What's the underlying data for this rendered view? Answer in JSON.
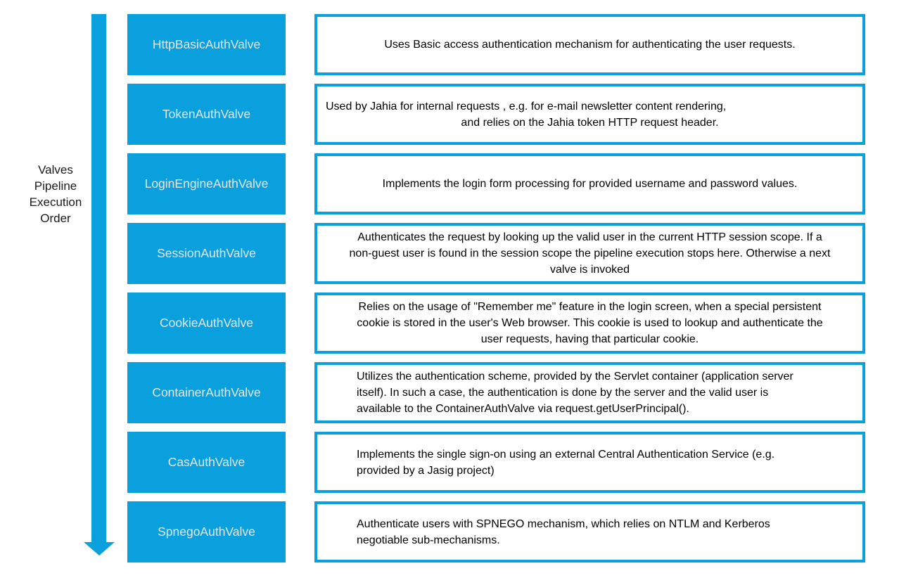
{
  "colors": {
    "primary_blue": "#0aa0de",
    "valve_label_text": "#e6e6e6",
    "description_text": "#000000",
    "description_background": "#ffffff"
  },
  "side_label": {
    "lines": [
      "Valves",
      "Pipeline",
      "Execution",
      "Order"
    ]
  },
  "arrow": {
    "direction": "down"
  },
  "rows": [
    {
      "valve": "HttpBasicAuthValve",
      "description": {
        "indent": false,
        "lines": [
          {
            "text": "Uses Basic access authentication mechanism for authenticating the user requests.",
            "align": "center"
          }
        ]
      }
    },
    {
      "valve": "TokenAuthValve",
      "description": {
        "indent": false,
        "lines": [
          {
            "text": "Used by Jahia for internal requests , e.g. for e-mail newsletter content rendering,",
            "align": "left"
          },
          {
            "text": "and relies on the Jahia token HTTP request header.",
            "align": "center"
          }
        ]
      }
    },
    {
      "valve": "LoginEngineAuthValve",
      "description": {
        "indent": false,
        "lines": [
          {
            "text": "Implements the login form processing for provided username and password values.",
            "align": "center"
          }
        ]
      }
    },
    {
      "valve": "SessionAuthValve",
      "description": {
        "indent": false,
        "lines": [
          {
            "text": "Authenticates the request by looking up the valid user in the current HTTP session scope. If a",
            "align": "center"
          },
          {
            "text": "non-guest user is found in the session scope the pipeline execution stops here. Otherwise a next",
            "align": "center"
          },
          {
            "text": "valve is invoked",
            "align": "center"
          }
        ]
      }
    },
    {
      "valve": "CookieAuthValve",
      "description": {
        "indent": false,
        "lines": [
          {
            "text": "Relies on the usage of \"Remember me\" feature in the login screen, when a special persistent",
            "align": "center"
          },
          {
            "text": "cookie is stored in the user's Web browser. This cookie is used to lookup and authenticate the",
            "align": "center"
          },
          {
            "text": "user requests, having that particular cookie.",
            "align": "center"
          }
        ]
      }
    },
    {
      "valve": "ContainerAuthValve",
      "description": {
        "indent": true,
        "lines": [
          {
            "text": "Utilizes the authentication scheme, provided by the Servlet container (application server",
            "align": "left"
          },
          {
            "text": "itself). In such a case, the authentication is done by the server and the valid user is",
            "align": "left"
          },
          {
            "text": "available to the ContainerAuthValve via request.getUserPrincipal().",
            "align": "left"
          }
        ]
      }
    },
    {
      "valve": "CasAuthValve",
      "description": {
        "indent": true,
        "lines": [
          {
            "text": "Implements the single sign-on using an external Central Authentication Service (e.g.",
            "align": "left"
          },
          {
            "text": "provided by a Jasig project)",
            "align": "left"
          }
        ]
      }
    },
    {
      "valve": "SpnegoAuthValve",
      "description": {
        "indent": true,
        "lines": [
          {
            "text": "Authenticate users with SPNEGO mechanism, which relies on NTLM and Kerberos",
            "align": "left"
          },
          {
            "text": "negotiable sub-mechanisms.",
            "align": "left"
          }
        ]
      }
    }
  ]
}
